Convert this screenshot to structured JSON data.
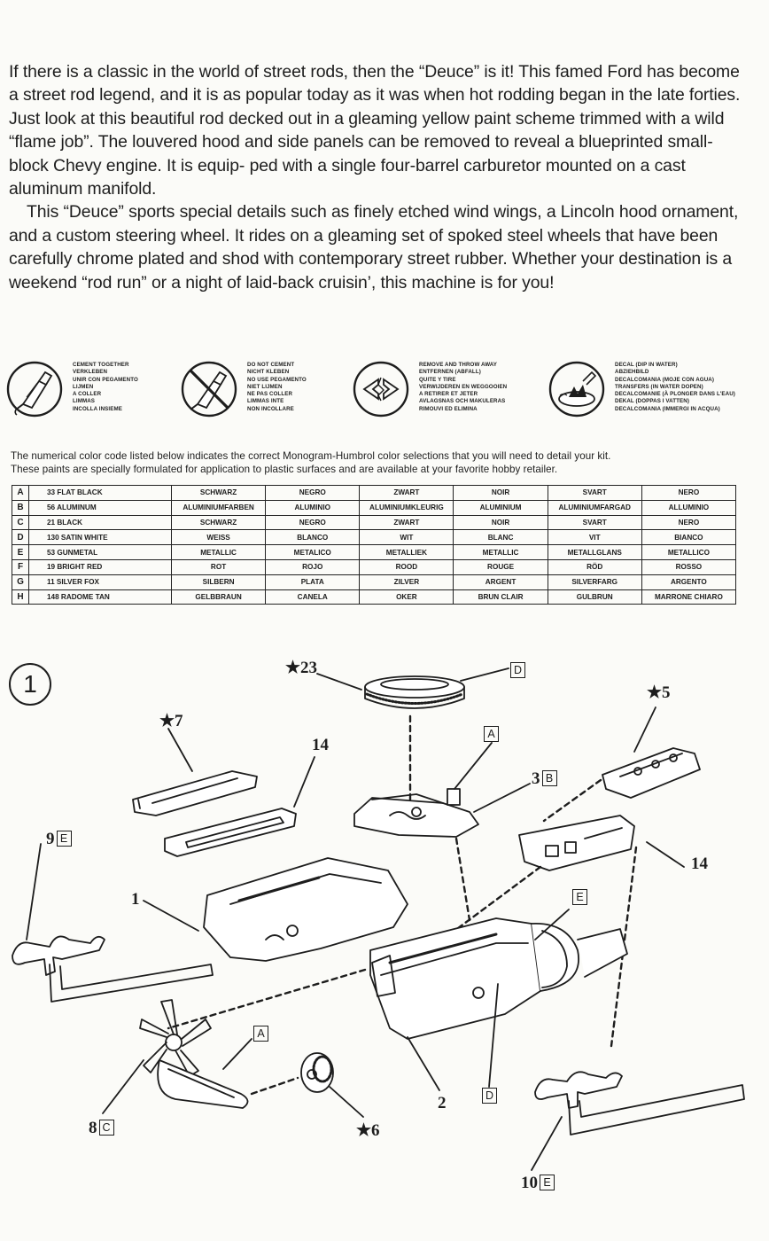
{
  "intro": {
    "p1": [
      "If there is a classic in the world of street rods, then the “Deuce” is it! This famed Ford",
      "has become a street rod legend, and it is as popular today as it was when hot rodding",
      "began in the late forties. Just look at this beautiful rod decked out in a gleaming",
      "yellow paint scheme trimmed with a wild “flame job”. The louvered hood and side",
      "panels can be removed to reveal a blueprinted small-block Chevy engine. It is equip-",
      "ped with a single four-barrel carburetor mounted on a cast aluminum manifold."
    ],
    "p2": [
      "This “Deuce” sports special details such as finely etched wind wings, a Lincoln",
      "hood ornament, and a custom steering wheel. It rides on a gleaming set of spoked",
      "steel wheels that have been carefully chrome plated and shod with contemporary",
      "street rubber. Whether your destination is a weekend “rod run” or a night of laid-back",
      "cruisin’, this machine is for you!"
    ]
  },
  "legend": [
    {
      "icon": "cement-tube-icon",
      "lines": [
        "CEMENT TOGETHER",
        "VERKLEBEN",
        "UNIR CON PEGAMENTO",
        "LIJMEN",
        "A COLLER",
        "LIMMAS",
        "INCOLLA INSIEME"
      ]
    },
    {
      "icon": "no-cement-icon",
      "lines": [
        "DO NOT CEMENT",
        "NICHT KLEBEN",
        "NO USE PEGAMENTO",
        "NIET LIJMEN",
        "NE PAS COLLER",
        "LIMMAS INTE",
        "NON INCOLLARE"
      ]
    },
    {
      "icon": "remove-discard-icon",
      "lines": [
        "REMOVE AND THROW AWAY",
        "ENTFERNEN (ABFALL)",
        "QUITE Y TIRE",
        "VERWIJDEREN EN WEGGOOIEN",
        "A RETIRER ET JETER",
        "AVLAGSNAS OCH MAKULERAS",
        "RIMOUVI ED ELIMINA"
      ]
    },
    {
      "icon": "decal-water-icon",
      "lines": [
        "DECAL (DIP IN WATER)",
        "ABZIEHBILD",
        "DECALCOMANIA (MOJE CON AGUA)",
        "TRANSFERS (IN WATER DOPEN)",
        "DECALCOMANIE (À PLONGER DANS L'EAU)",
        "DEKAL (DOPPAS I VATTEN)",
        "DECALCOMANIA (IMMERGI IN ACQUA)"
      ]
    }
  ],
  "color_note": [
    "The numerical color code listed below indicates the correct Monogram-Humbrol color selections that you will need to detail your kit.",
    "These paints are specially formulated for application to plastic surfaces and are available at your favorite hobby retailer."
  ],
  "color_table": [
    [
      "A",
      "33 FLAT BLACK",
      "SCHWARZ",
      "NEGRO",
      "ZWART",
      "NOIR",
      "SVART",
      "NERO"
    ],
    [
      "B",
      "56 ALUMINUM",
      "ALUMINIUMFARBEN",
      "ALUMINIO",
      "ALUMINIUMKLEURIG",
      "ALUMINIUM",
      "ALUMINIUMFARGAD",
      "ALLUMINIO"
    ],
    [
      "C",
      "21 BLACK",
      "SCHWARZ",
      "NEGRO",
      "ZWART",
      "NOIR",
      "SVART",
      "NERO"
    ],
    [
      "D",
      "130 SATIN WHITE",
      "WEISS",
      "BLANCO",
      "WIT",
      "BLANC",
      "VIT",
      "BIANCO"
    ],
    [
      "E",
      "53 GUNMETAL",
      "METALLIC",
      "METALICO",
      "METALLIEK",
      "METALLIC",
      "METALLGLANS",
      "METALLICO"
    ],
    [
      "F",
      "19 BRIGHT RED",
      "ROT",
      "ROJO",
      "ROOD",
      "ROUGE",
      "RÖD",
      "ROSSO"
    ],
    [
      "G",
      "11 SILVER FOX",
      "SILBERN",
      "PLATA",
      "ZILVER",
      "ARGENT",
      "SILVERFARG",
      "ARGENTO"
    ],
    [
      "H",
      "148 RADOME TAN",
      "GELBBRAUN",
      "CANELA",
      "OKER",
      "BRUN CLAIR",
      "GULBRUN",
      "MARRONE CHIARO"
    ]
  ],
  "step": "1",
  "callouts": {
    "p23": {
      "num": "★23",
      "box": "D"
    },
    "p7": {
      "num": "★7"
    },
    "p14a": {
      "num": "14"
    },
    "p3": {
      "num": "3",
      "box": "B"
    },
    "pA1": {
      "box": "A"
    },
    "p5": {
      "num": "★5"
    },
    "p9": {
      "num": "9",
      "box": "E"
    },
    "p1": {
      "num": "1"
    },
    "p14b": {
      "num": "14"
    },
    "pE": {
      "box": "E"
    },
    "pA2": {
      "box": "A"
    },
    "p2": {
      "num": "2"
    },
    "pD": {
      "box": "D"
    },
    "p8": {
      "num": "8",
      "box": "C"
    },
    "p6": {
      "num": "★6"
    },
    "p10": {
      "num": "10",
      "box": "E"
    }
  }
}
